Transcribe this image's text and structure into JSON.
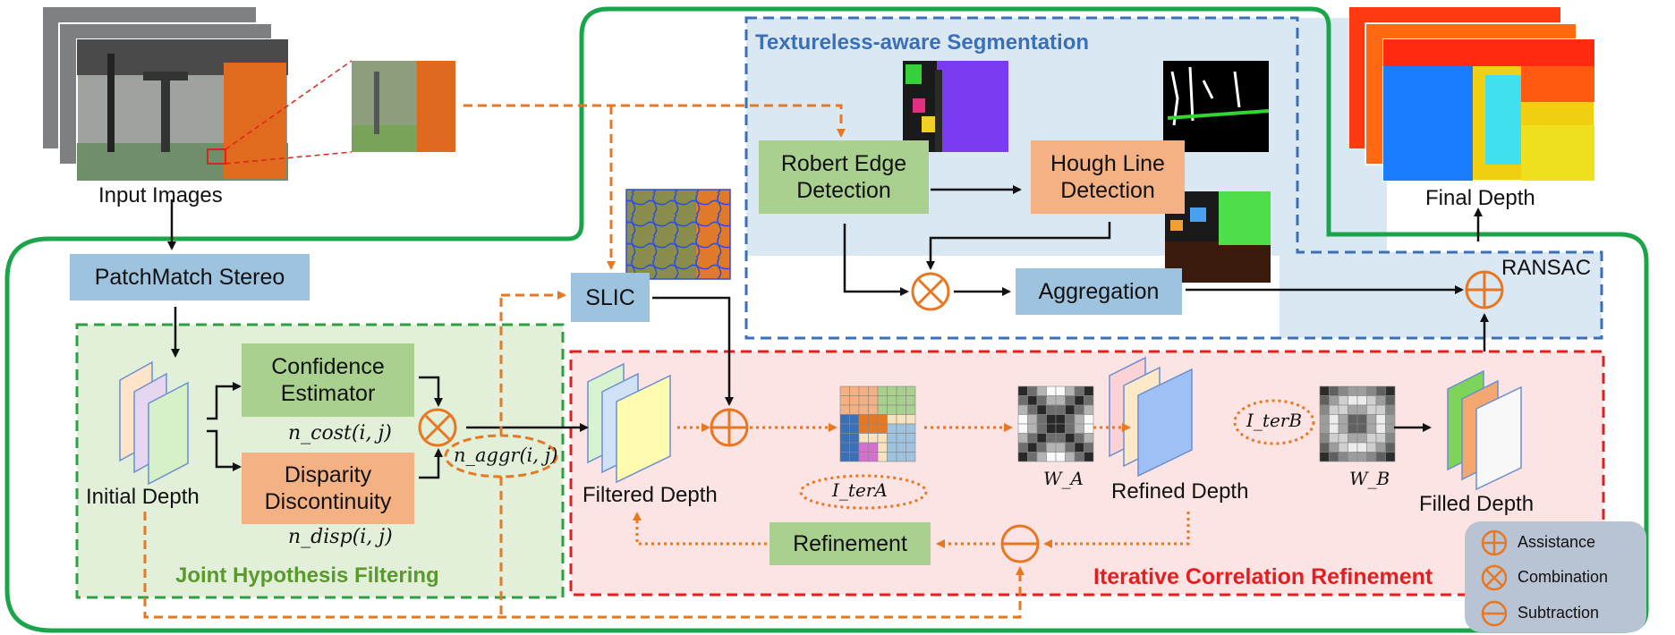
{
  "labels": {
    "input_images": "Input Images",
    "initial_depth": "Initial Depth",
    "filtered_depth": "Filtered Depth",
    "refined_depth": "Refined Depth",
    "filled_depth": "Filled Depth",
    "final_depth": "Final Depth",
    "ransac": "RANSAC"
  },
  "boxes": {
    "patchmatch": "PatchMatch Stereo",
    "confidence_1": "Confidence",
    "confidence_2": "Estimator",
    "disparity_1": "Disparity",
    "disparity_2": "Discontinuity",
    "slic": "SLIC",
    "robert_1": "Robert Edge",
    "robert_2": "Detection",
    "hough_1": "Hough Line",
    "hough_2": "Detection",
    "aggregation": "Aggregation",
    "refinement": "Refinement"
  },
  "math": {
    "n_cost": "n_cost(i, j)",
    "n_disp": "n_disp(i, j)",
    "n_aggr": "n_aggr(i, j)",
    "i_ter_a": "I_terA",
    "i_ter_b": "I_terB",
    "w_a": "W_A",
    "w_b": "W_B"
  },
  "regions": {
    "textureless": "Textureless-aware Segmentation",
    "joint": "Joint Hypothesis Filtering",
    "iterative": "Iterative Correlation Refinement"
  },
  "legend": {
    "assistance": "Assistance",
    "combination": "Combination",
    "subtraction": "Subtraction"
  },
  "colors": {
    "outer_green": "#1aa54a",
    "orange_op": "#e87722",
    "box_blue": "#9dc3de",
    "box_green": "#a9d08e",
    "box_orange": "#f4b183",
    "seg_blue": "#3b6fb6",
    "joint_green": "#5a9a2c",
    "iter_red": "#e02020"
  }
}
